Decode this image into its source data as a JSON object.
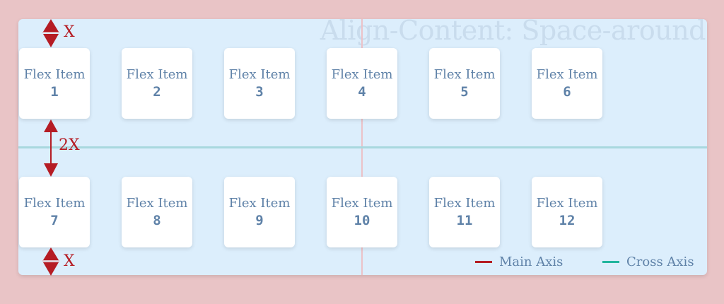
{
  "title": "Align-Content: Space-around",
  "item_label": "Flex Item",
  "items": [
    "1",
    "2",
    "3",
    "4",
    "5",
    "6",
    "7",
    "8",
    "9",
    "10",
    "11",
    "12"
  ],
  "spacing": {
    "top": "X",
    "middle": "2X",
    "bottom": "X"
  },
  "legend": {
    "main_axis": "Main Axis",
    "cross_axis": "Cross Axis"
  },
  "colors": {
    "main_axis": "#b51c24",
    "cross_axis": "#22b59e",
    "arrow": "#b51c24"
  }
}
